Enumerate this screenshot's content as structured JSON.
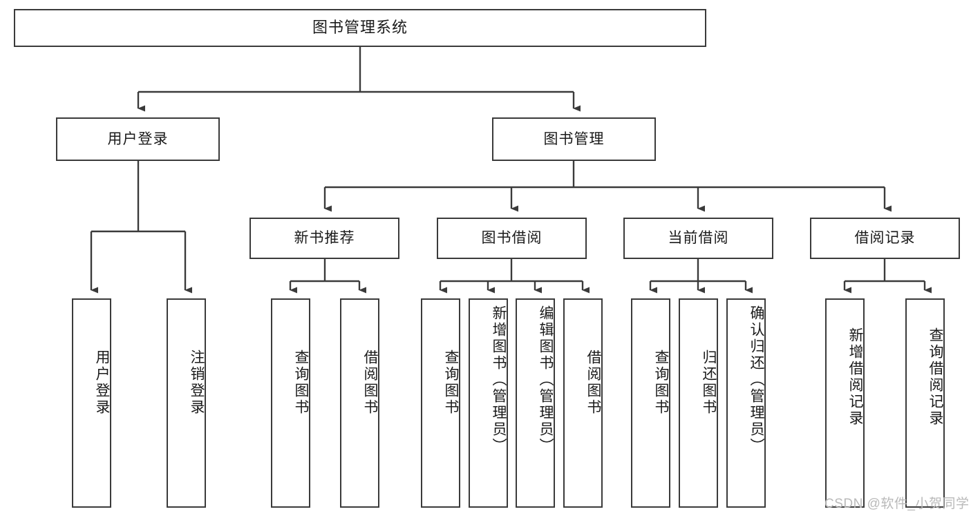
{
  "diagram": {
    "title": "图书管理系统",
    "stroke_color": "#3a3a3a",
    "text_color": "#1a1a1a",
    "background": "#ffffff",
    "watermark": "CSDN @软件_小贺同学",
    "levels": {
      "root": "图书管理系统",
      "level2": [
        "用户登录",
        "图书管理"
      ],
      "level3": [
        "新书推荐",
        "图书借阅",
        "当前借阅",
        "借阅记录"
      ]
    },
    "nodes": {
      "root": {
        "label": "图书管理系统"
      },
      "user_login": {
        "label": "用户登录"
      },
      "book_manage": {
        "label": "图书管理"
      },
      "new_book_rec": {
        "label": "新书推荐"
      },
      "book_borrow": {
        "label": "图书借阅"
      },
      "current_borrow": {
        "label": "当前借阅"
      },
      "borrow_record": {
        "label": "借阅记录"
      },
      "leaf_user_login": {
        "label": "用户登录"
      },
      "leaf_logout": {
        "label": "注销登录"
      },
      "leaf_query_book_1": {
        "label": "查询图书"
      },
      "leaf_borrow_book_1": {
        "label": "借阅图书"
      },
      "leaf_query_book_2": {
        "label": "查询图书"
      },
      "leaf_add_book": {
        "label": "新增图书（管理员）"
      },
      "leaf_edit_book": {
        "label": "编辑图书（管理员）"
      },
      "leaf_borrow_book_2": {
        "label": "借阅图书"
      },
      "leaf_query_book_3": {
        "label": "查询图书"
      },
      "leaf_return_book": {
        "label": "归还图书"
      },
      "leaf_confirm_return": {
        "label": "确认归还（管理员）"
      },
      "leaf_add_record": {
        "label": "新增借阅记录"
      },
      "leaf_query_record": {
        "label": "查询借阅记录"
      }
    }
  }
}
